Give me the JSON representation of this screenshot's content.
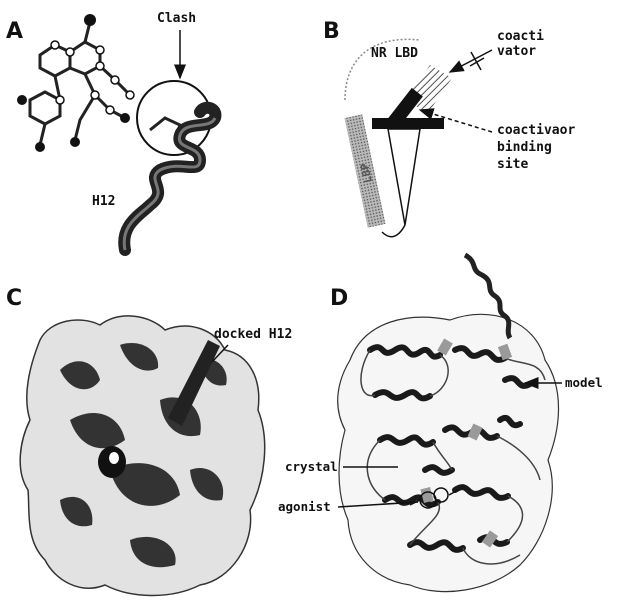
{
  "panels": {
    "a": {
      "letter": "A",
      "clash_label": "Clash",
      "helix_label": "H12"
    },
    "b": {
      "letter": "B",
      "domain_label": "NR LBD",
      "coactivator_label_line1": "coacti",
      "coactivator_label_line2": "vator",
      "binding_label_line1": "coactivaor",
      "binding_label_line2": "binding",
      "binding_label_line3": "site",
      "lbp_label": "LBP"
    },
    "c": {
      "letter": "C",
      "docked_label": "docked H12"
    },
    "d": {
      "letter": "D",
      "model_label": "model",
      "crystal_label": "crystal",
      "agonist_label": "agonist"
    }
  }
}
